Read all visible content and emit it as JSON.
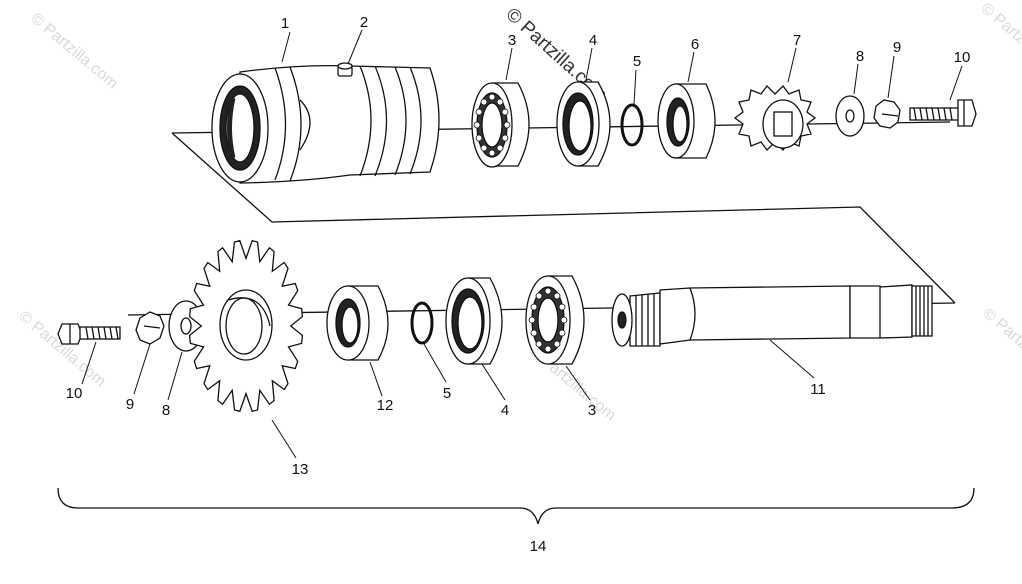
{
  "watermark": "© Partzilla.com",
  "callouts": [
    {
      "id": "c1",
      "text": "1"
    },
    {
      "id": "c2",
      "text": "2"
    },
    {
      "id": "c3",
      "text": "3"
    },
    {
      "id": "c4",
      "text": "4"
    },
    {
      "id": "c5",
      "text": "5"
    },
    {
      "id": "c6",
      "text": "6"
    },
    {
      "id": "c7",
      "text": "7"
    },
    {
      "id": "c8",
      "text": "8"
    },
    {
      "id": "c9",
      "text": "9"
    },
    {
      "id": "c10",
      "text": "10"
    },
    {
      "id": "c10b",
      "text": "10"
    },
    {
      "id": "c9b",
      "text": "9"
    },
    {
      "id": "c8b",
      "text": "8"
    },
    {
      "id": "c13",
      "text": "13"
    },
    {
      "id": "c12",
      "text": "12"
    },
    {
      "id": "c5b",
      "text": "5"
    },
    {
      "id": "c4b",
      "text": "4"
    },
    {
      "id": "c3b",
      "text": "3"
    },
    {
      "id": "c11",
      "text": "11"
    },
    {
      "id": "c14",
      "text": "14"
    }
  ],
  "colors": {
    "line": "#111111",
    "fill": "#ffffff",
    "dark": "#222222",
    "watermark": "#d9d9d9"
  }
}
